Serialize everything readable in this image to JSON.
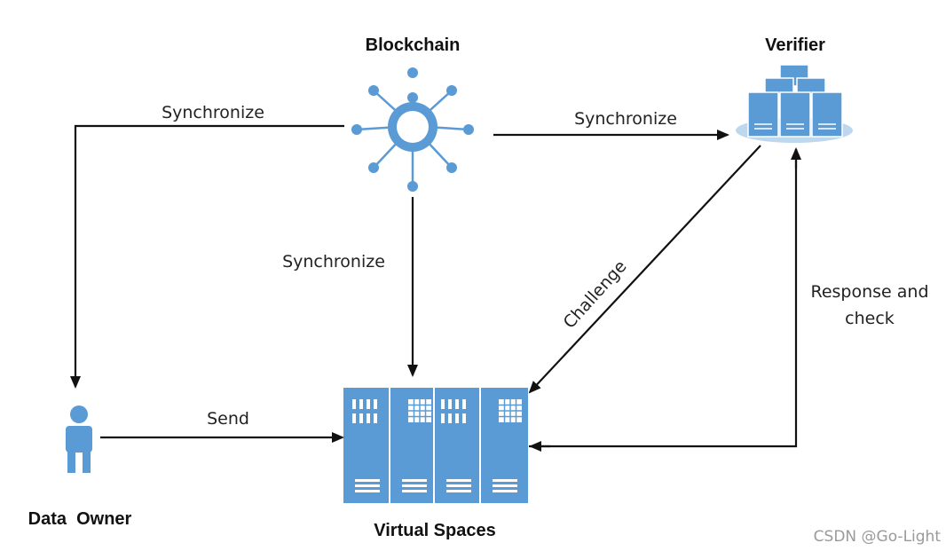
{
  "nodes": {
    "blockchain": {
      "label": "Blockchain"
    },
    "verifier": {
      "label": "Verifier"
    },
    "data_owner": {
      "label": "Data  Owner"
    },
    "virtual_spaces": {
      "label": "Virtual Spaces"
    }
  },
  "edges": {
    "blockchain_to_owner": {
      "label": "Synchronize"
    },
    "blockchain_to_verifier": {
      "label": "Synchronize"
    },
    "blockchain_to_spaces": {
      "label": "Synchronize"
    },
    "owner_to_spaces": {
      "label": "Send"
    },
    "verifier_to_spaces": {
      "label": "Challenge"
    },
    "spaces_to_verifier": {
      "label_line1": "Response and",
      "label_line2": "check"
    }
  },
  "watermark": "CSDN @Go-Light",
  "colors": {
    "icon_blue": "#5b9bd5",
    "icon_light": "#bdd7ee",
    "icon_dark": "#41719c",
    "line": "#111111"
  }
}
